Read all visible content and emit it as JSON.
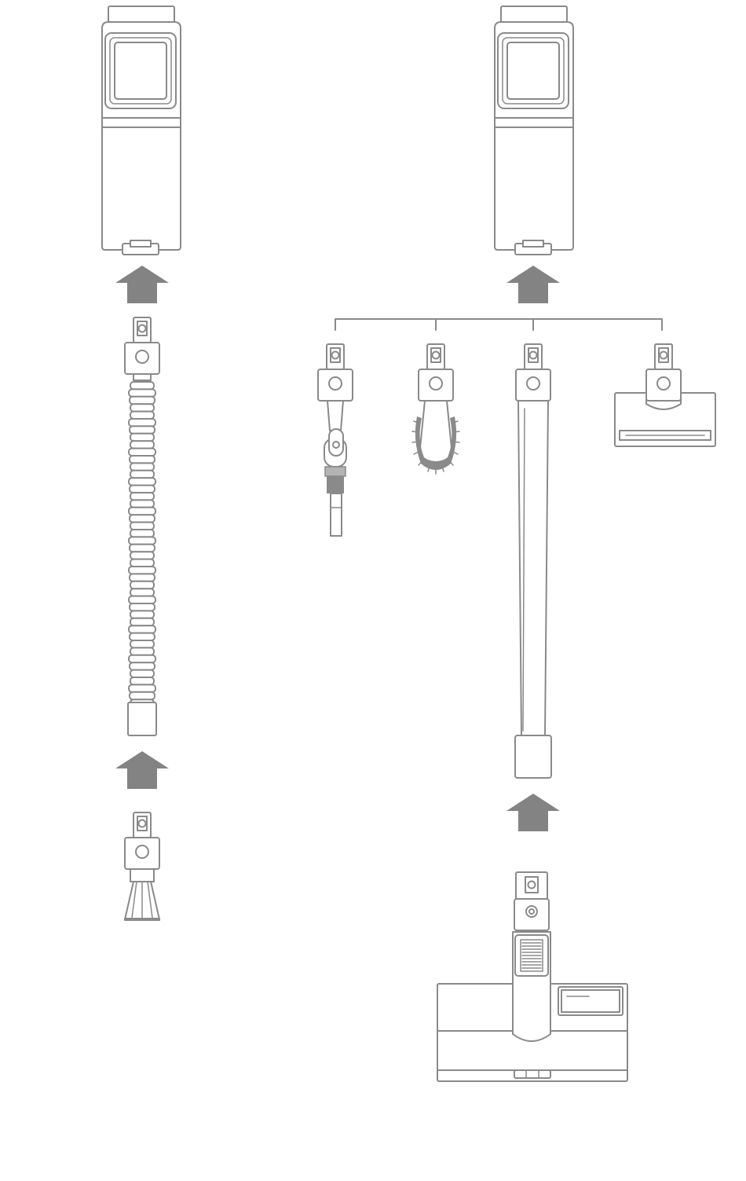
{
  "diagram": {
    "colors": {
      "line": "#8a8a8a",
      "arrow": "#838383",
      "background": "#ffffff"
    },
    "left_assembly": {
      "parts": [
        "vacuum-body",
        "flexible-hose",
        "crevice-tool"
      ],
      "connections": [
        {
          "from": "flexible-hose",
          "to": "vacuum-body"
        },
        {
          "from": "crevice-tool",
          "to": "flexible-hose"
        }
      ]
    },
    "right_assembly": {
      "parts": [
        "vacuum-body",
        "crevice-extension-tool",
        "dusting-brush",
        "extension-tube",
        "mini-motorized-head",
        "floor-head"
      ],
      "branch_attachments": [
        "crevice-extension-tool",
        "dusting-brush",
        "extension-tube",
        "mini-motorized-head"
      ],
      "connections": [
        {
          "from": "branch-attachments",
          "to": "vacuum-body"
        },
        {
          "from": "floor-head",
          "to": "extension-tube"
        }
      ]
    }
  }
}
